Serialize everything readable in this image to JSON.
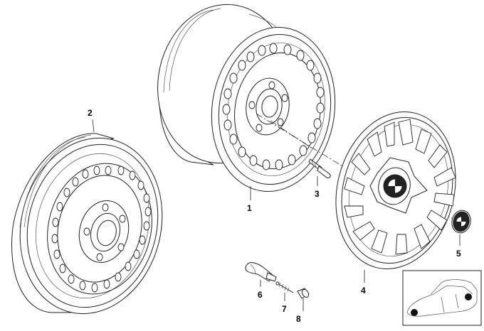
{
  "callouts": [
    {
      "id": "1",
      "label": "1"
    },
    {
      "id": "2",
      "label": "2"
    },
    {
      "id": "3",
      "label": "3"
    },
    {
      "id": "4",
      "label": "4"
    },
    {
      "id": "5",
      "label": "5"
    },
    {
      "id": "6",
      "label": "6"
    },
    {
      "id": "7",
      "label": "7"
    },
    {
      "id": "8",
      "label": "8"
    }
  ],
  "parts": {
    "steel_wheel_main": "steel-wheel",
    "steel_wheel_spare": "steel-wheel",
    "wheel_bolt": "bolt",
    "hub_cap": "wheel-cover",
    "emblem": "roundel-emblem",
    "valve": "tire-valve",
    "valve_core": "valve-core",
    "valve_cap": "valve-cap"
  }
}
